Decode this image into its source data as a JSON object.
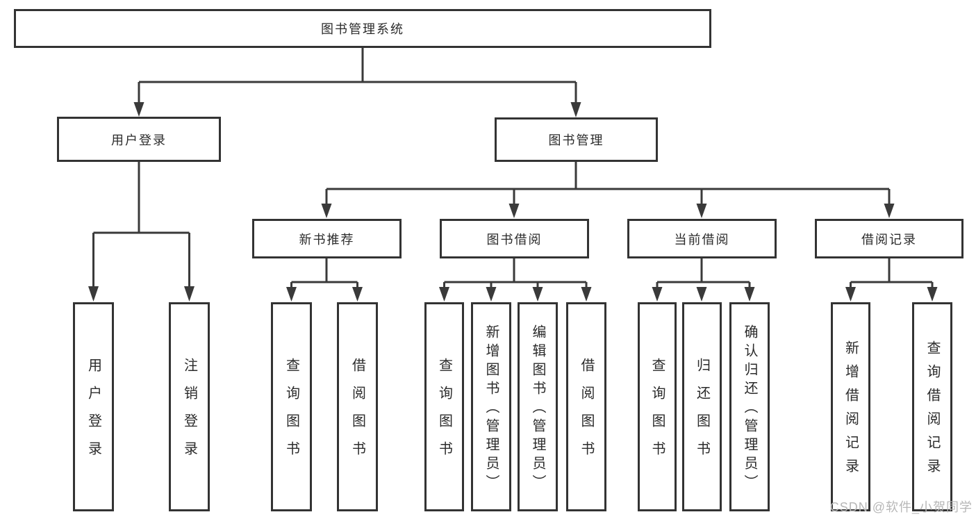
{
  "diagram": {
    "root": {
      "label": "图书管理系统"
    },
    "level2": [
      {
        "label": "用户登录"
      },
      {
        "label": "图书管理"
      }
    ],
    "level3": [
      {
        "label": "新书推荐"
      },
      {
        "label": "图书借阅"
      },
      {
        "label": "当前借阅"
      },
      {
        "label": "借阅记录"
      }
    ],
    "leaves": {
      "user_login": [
        "用户登录",
        "注销登录"
      ],
      "new_book_recommend": [
        "查询图书",
        "借阅图书"
      ],
      "book_borrow": [
        "查询图书",
        "新增图书（管理员）",
        "编辑图书（管理员）",
        "借阅图书"
      ],
      "current_borrow": [
        "查询图书",
        "归还图书",
        "确认归还（管理员）"
      ],
      "borrow_records": [
        "新增借阅记录",
        "查询借阅记录"
      ]
    }
  },
  "watermark": {
    "text": "CSDN @软件_小贺同学"
  },
  "colors": {
    "line": "#3a3a3a",
    "border": "#333333",
    "text": "#2b2b2b",
    "watermark": "#b7b7b7",
    "background": "#ffffff"
  }
}
